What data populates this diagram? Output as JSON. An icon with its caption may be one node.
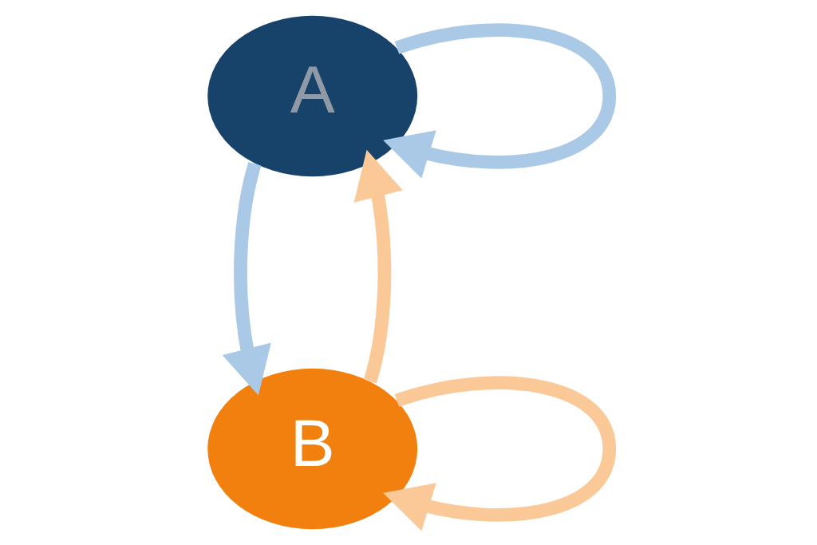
{
  "diagram": {
    "nodes": [
      {
        "text": [
          "A"
        ]
      },
      {
        "text": [
          "B"
        ]
      }
    ],
    "edges": [
      {
        "from": 0,
        "to": 0,
        "arrow": "to",
        "color": "#a9c9e6"
      },
      {
        "from": 0,
        "to": 1,
        "arrow": "to",
        "color": "#a9c9e6"
      },
      {
        "from": 1,
        "to": 1,
        "arrow": "to",
        "color": "#fbc898"
      },
      {
        "from": 1,
        "to": 0,
        "arrow": "to",
        "color": "#fbc898"
      }
    ]
  }
}
